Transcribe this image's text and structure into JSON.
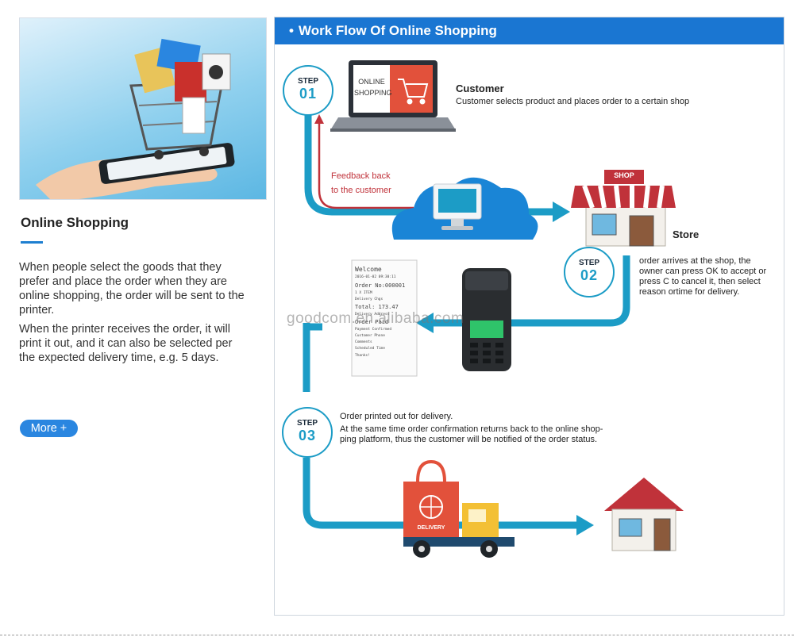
{
  "left": {
    "title": "Online Shopping",
    "paragraph1": "When people select the goods that they prefer and place the order when they are online shopping, the order will be sent to the printer.",
    "paragraph2": "When the printer receives the order, it will print it out, and it can also be selected per the expected delivery time, e.g. 5 days.",
    "more_label": "More +"
  },
  "panel": {
    "bullet": "•",
    "title": "Work Flow Of  Online Shopping"
  },
  "laptop": {
    "line1": "ONLINE",
    "line2": "SHOPPING"
  },
  "steps": [
    {
      "word": "STEP",
      "number": "01"
    },
    {
      "word": "STEP",
      "number": "02"
    },
    {
      "word": "STEP",
      "number": "03"
    }
  ],
  "customer": {
    "title": "Customer",
    "desc": "Customer selects product and places order to a certain shop"
  },
  "feedback": {
    "line1": "Feedback back",
    "line2": "to the customer"
  },
  "store": {
    "sign": "SHOP",
    "title": "Store",
    "desc_lines": [
      "order arrives at the shop, the",
      "owner can press OK to accept or",
      "press C to cancel it, then select",
      "reason ortime for delivery."
    ]
  },
  "receipt": {
    "lines": [
      "Welcome",
      "2016-01-02 09:30:11",
      "Order No:000001",
      "1 X ITEM",
      "Delivery Chgs",
      "Total:  173.47",
      "Delivery Address",
      "Order Paid",
      "Payment Confirmed",
      "Customer Phone",
      "Comments",
      "Scheduled Time",
      "Thanks!"
    ]
  },
  "watermark": "goodcom.en.alibaba.com",
  "delivery": {
    "line1": "Order printed out for delivery.",
    "line2": "At the same time order confirmation returns back to the online shop-",
    "line3": "ping platform, thus the customer will be notified of the order status.",
    "bag_label": "DELIVERY"
  },
  "colors": {
    "header_blue": "#1a76d2",
    "flow_teal": "#1c9cc6",
    "feedback_red": "#c0323a",
    "accent_blue": "#2a86e0"
  }
}
